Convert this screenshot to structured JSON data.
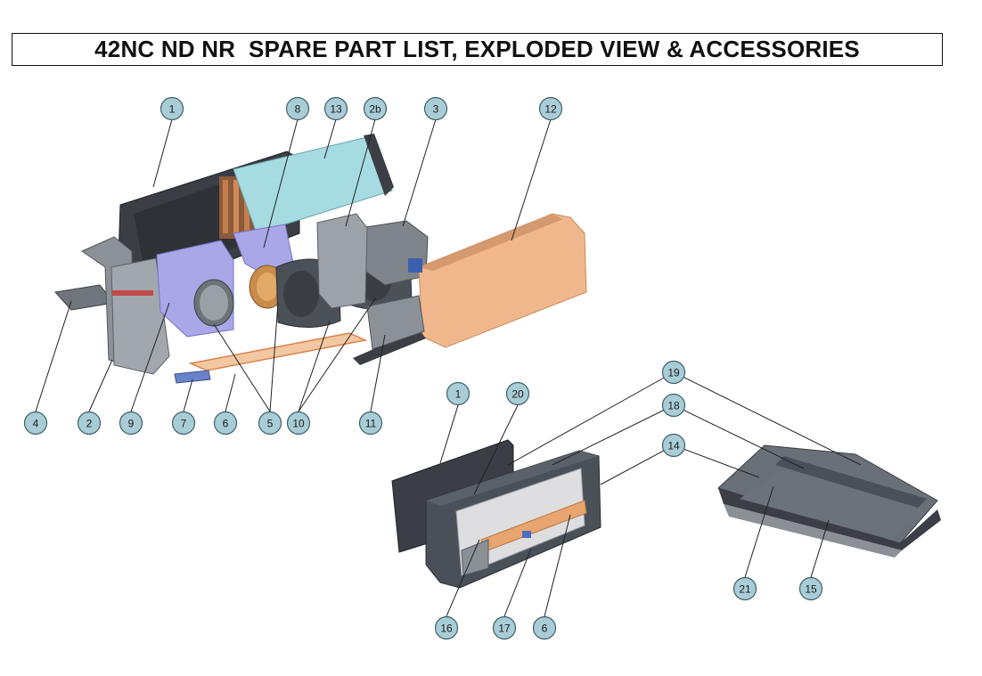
{
  "title": "42NC ND NR  SPARE PART LIST, EXPLODED VIEW & ACCESSORIES",
  "callouts": [
    {
      "id": "c1a",
      "label": "1"
    },
    {
      "id": "c8",
      "label": "8"
    },
    {
      "id": "c13",
      "label": "13"
    },
    {
      "id": "c2b",
      "label": "2b"
    },
    {
      "id": "c3",
      "label": "3"
    },
    {
      "id": "c12",
      "label": "12"
    },
    {
      "id": "c4",
      "label": "4"
    },
    {
      "id": "c2",
      "label": "2"
    },
    {
      "id": "c9",
      "label": "9"
    },
    {
      "id": "c7",
      "label": "7"
    },
    {
      "id": "c6a",
      "label": "6"
    },
    {
      "id": "c5",
      "label": "5"
    },
    {
      "id": "c10",
      "label": "10"
    },
    {
      "id": "c11",
      "label": "11"
    },
    {
      "id": "c19",
      "label": "19"
    },
    {
      "id": "c18",
      "label": "18"
    },
    {
      "id": "c1b",
      "label": "1"
    },
    {
      "id": "c20",
      "label": "20"
    },
    {
      "id": "c14",
      "label": "14"
    },
    {
      "id": "c21",
      "label": "21"
    },
    {
      "id": "c15",
      "label": "15"
    },
    {
      "id": "c16",
      "label": "16"
    },
    {
      "id": "c17",
      "label": "17"
    },
    {
      "id": "c6b",
      "label": "6"
    }
  ],
  "colors": {
    "frame_dark": "#3b3e44",
    "frame_gray": "#8c9197",
    "coil_panel": "#a6dbe2",
    "scroll_purple": "#a9a7e8",
    "fan_gray": "#6e7378",
    "filter_orange": "#f2b27f",
    "electric_box": "#f0b78d",
    "cabinet_dark": "#4a5058",
    "cabinet_light": "#dedee0"
  }
}
